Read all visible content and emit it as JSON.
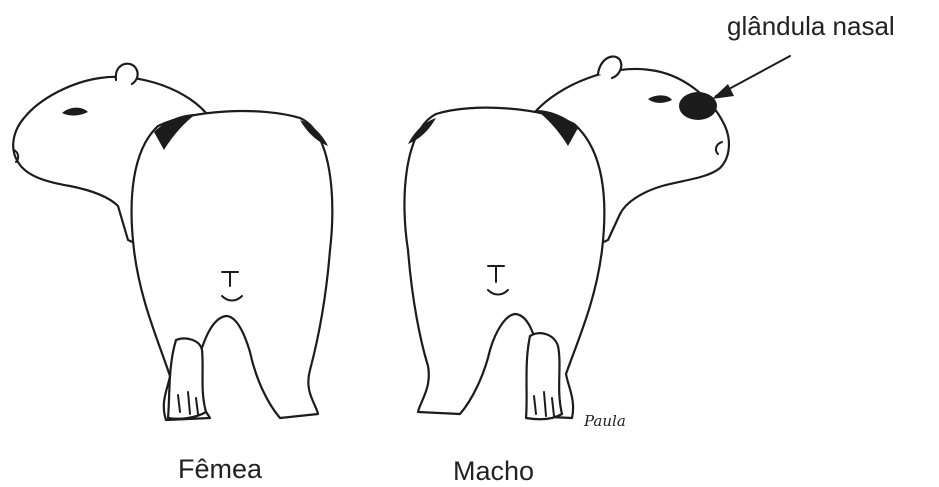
{
  "labels": {
    "female": "Fêmea",
    "male": "Macho",
    "gland": "glândula nasal",
    "signature": "Paula"
  }
}
